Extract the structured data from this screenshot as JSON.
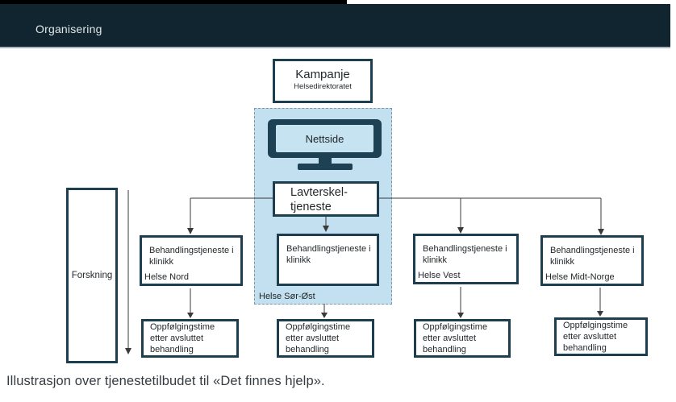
{
  "header": {
    "title": "Organisering"
  },
  "colors": {
    "titlebar_background": "#10252f",
    "box_border": "#1d3e4f",
    "monitor_fill": "#1e4254",
    "region_fill": "#c2e0f0",
    "connector_line": "#3a3a3a"
  },
  "diagram": {
    "kampanje": {
      "title": "Kampanje",
      "subtitle": "Helsedirektoratet"
    },
    "nettside": {
      "label": "Nettside"
    },
    "lavterskel": {
      "line1": "Lavterskel-",
      "line2": "tjeneste"
    },
    "forskning": {
      "label": "Forskning"
    },
    "clinics": [
      {
        "label": "Behandlingstjeneste i klinikk",
        "region": "Helse Nord"
      },
      {
        "label": "Behandlingstjeneste i klinikk",
        "region": "Helse Sør-Øst"
      },
      {
        "label": "Behandlingstjeneste i klinikk",
        "region": "Helse Vest"
      },
      {
        "label": "Behandlingstjeneste i klinikk",
        "region": "Helse Midt-Norge"
      }
    ],
    "followups": [
      {
        "label": "Oppfølgingstime etter avsluttet behandling"
      },
      {
        "label": "Oppfølgingstime etter avsluttet behandling"
      },
      {
        "label": "Oppfølgingstime etter avsluttet behandling"
      },
      {
        "label": "Oppfølgingstime etter avsluttet behandling"
      }
    ]
  },
  "caption": "Illustrasjon over tjenestetilbudet til «Det finnes hjelp»."
}
